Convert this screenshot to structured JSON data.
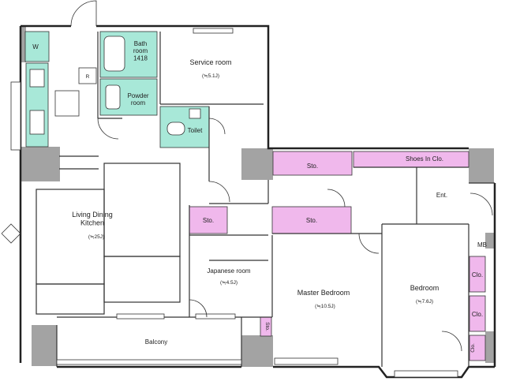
{
  "rooms": {
    "bathroom": "Bath\nroom\n1418",
    "powder_room": "Powder\nroom",
    "toilet": "Toilet",
    "service_room": "Service room",
    "service_room_size": "(≒5.1J)",
    "living": "Living Dining\nKitchen",
    "living_size": "(≒25J)",
    "japanese_room": "Japanese room",
    "japanese_room_size": "(≒4.5J)",
    "master_bedroom": "Master Bedroom",
    "master_bedroom_size": "(≒10.5J)",
    "bedroom": "Bedroom",
    "bedroom_size": "(≒7.6J)",
    "balcony": "Balcony",
    "entrance": "Ent.",
    "shoes_closet": "Shoes  In Clo.",
    "storage": "Sto.",
    "closet": "Clo.",
    "meter_box": "MB",
    "washer": "W",
    "refrigerator": "R"
  },
  "colors": {
    "wet_area": "#a8e8d8",
    "storage": "#f0b8ec",
    "pillar": "#a0a0a0",
    "wall": "#222222"
  }
}
